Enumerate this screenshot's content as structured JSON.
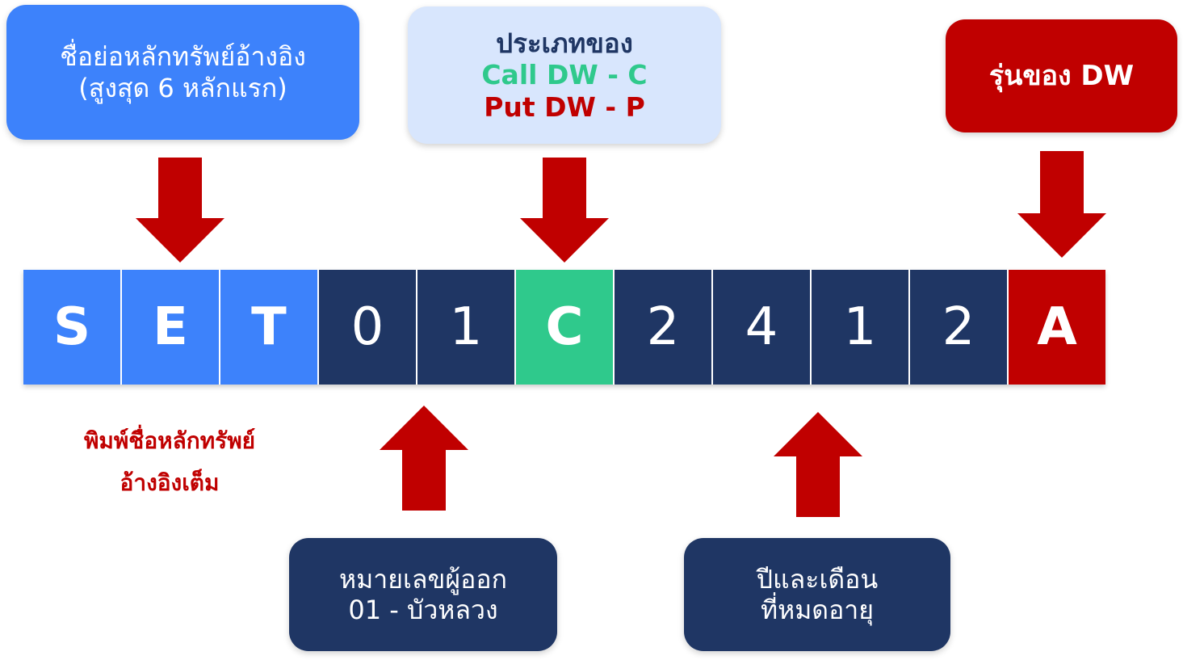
{
  "colors": {
    "blue": "#3D82FB",
    "navy": "#1F3664",
    "green": "#2FC98C",
    "red": "#C00000",
    "light_blue": "#D8E6FD"
  },
  "boxes": {
    "underlying": {
      "line1": "ชื่อย่อหลักทรัพย์อ้างอิง",
      "line2": "(สูงสุด 6 หลักแรก)"
    },
    "type": {
      "title": "ประเภทของ",
      "call": "Call DW - C",
      "put": "Put DW - P"
    },
    "series": {
      "label": "รุ่นของ DW"
    },
    "issuer": {
      "line1": "หมายเลขผู้ออก",
      "line2": "01 - บัวหลวง"
    },
    "expiry": {
      "line1": "ปีและเดือน",
      "line2": "ที่หมดอายุ"
    }
  },
  "note": {
    "line1": "พิมพ์ชื่อหลักทรัพย์",
    "line2": "อ้างอิงเต็ม"
  },
  "code": {
    "cells": [
      {
        "char": "S",
        "color": "blue",
        "bold": true
      },
      {
        "char": "E",
        "color": "blue",
        "bold": true
      },
      {
        "char": "T",
        "color": "blue",
        "bold": true
      },
      {
        "char": "0",
        "color": "navy",
        "bold": false
      },
      {
        "char": "1",
        "color": "navy",
        "bold": false
      },
      {
        "char": "C",
        "color": "green",
        "bold": true
      },
      {
        "char": "2",
        "color": "navy",
        "bold": false
      },
      {
        "char": "4",
        "color": "navy",
        "bold": false
      },
      {
        "char": "1",
        "color": "navy",
        "bold": false
      },
      {
        "char": "2",
        "color": "navy",
        "bold": false
      },
      {
        "char": "A",
        "color": "red",
        "bold": true
      }
    ]
  },
  "arrows": [
    {
      "name": "arrow-down-underlying-icon",
      "direction": "down"
    },
    {
      "name": "arrow-down-type-icon",
      "direction": "down"
    },
    {
      "name": "arrow-down-series-icon",
      "direction": "down"
    },
    {
      "name": "arrow-up-issuer-icon",
      "direction": "up"
    },
    {
      "name": "arrow-up-expiry-icon",
      "direction": "up"
    }
  ]
}
